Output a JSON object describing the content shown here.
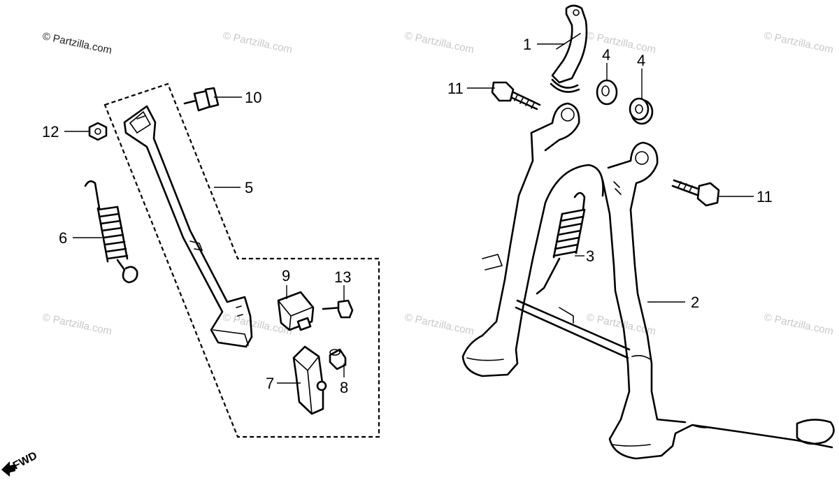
{
  "watermarks": {
    "main": "© Partzilla.com",
    "repeat": "© Partzilla.com"
  },
  "fwd_label": "FWD",
  "callouts": {
    "c1": "1",
    "c2": "2",
    "c3": "3",
    "c4a": "4",
    "c4b": "4",
    "c5": "5",
    "c6": "6",
    "c7": "7",
    "c8": "8",
    "c9": "9",
    "c10": "10",
    "c11a": "11",
    "c11b": "11",
    "c12": "12",
    "c13": "13"
  },
  "colors": {
    "line": "#000000",
    "watermark": "#c8c8c8",
    "background": "#ffffff"
  }
}
